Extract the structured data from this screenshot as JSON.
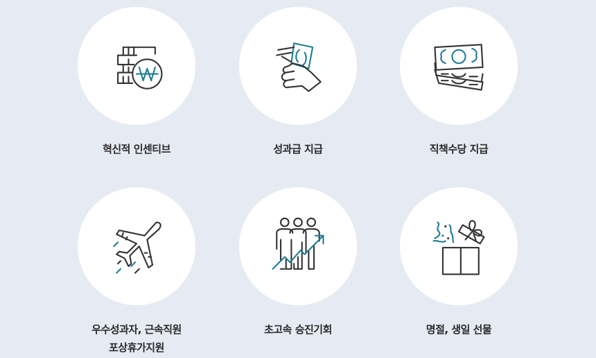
{
  "colors": {
    "background": "#e6ebf3",
    "circle": "#ffffff",
    "icon_stroke": "#333333",
    "accent": "#1f7d96",
    "label": "#2a2a2a"
  },
  "benefits": [
    {
      "label": "혁신적 인센티브",
      "icon": "won-coins-icon"
    },
    {
      "label": "성과급 지급",
      "icon": "hand-money-icon"
    },
    {
      "label": "직책수당 지급",
      "icon": "banknotes-icon"
    },
    {
      "label": "우수성과자, 근속직원\n포상휴가지원",
      "icon": "airplane-icon"
    },
    {
      "label": "초고속 승진기회",
      "icon": "people-growth-icon"
    },
    {
      "label": "명절, 생일 선물",
      "icon": "gift-box-icon"
    }
  ]
}
